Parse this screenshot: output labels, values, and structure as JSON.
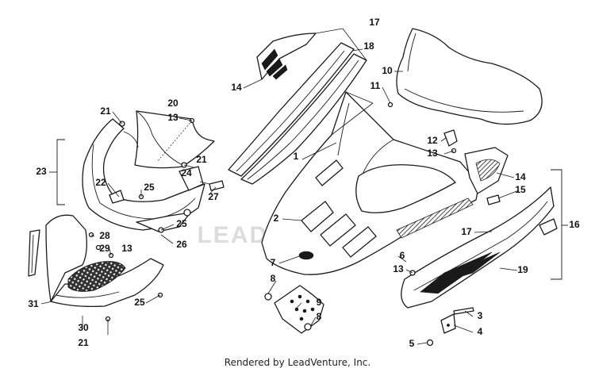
{
  "diagram": {
    "watermark_text": "LEADVENTURE",
    "footer_text": "Rendered by LeadVenture, Inc.",
    "callouts": {
      "c1": "1",
      "c2": "2",
      "c3": "3",
      "c4": "4",
      "c5": "5",
      "c6": "6",
      "c7": "7",
      "c8a": "8",
      "c8b": "8",
      "c9": "9",
      "c10": "10",
      "c11": "11",
      "c12": "12",
      "c13a": "13",
      "c13b": "13",
      "c13c": "13",
      "c13d": "13",
      "c14a": "14",
      "c14b": "14",
      "c15": "15",
      "c16": "16",
      "c17a": "17",
      "c17b": "17",
      "c18": "18",
      "c19": "19",
      "c20": "20",
      "c21a": "21",
      "c21b": "21",
      "c21c": "21",
      "c22": "22",
      "c23": "23",
      "c24": "24",
      "c25a": "25",
      "c25b": "25",
      "c25c": "25",
      "c26": "26",
      "c27": "27",
      "c28": "28",
      "c29": "29",
      "c30": "30",
      "c31": "31"
    }
  }
}
